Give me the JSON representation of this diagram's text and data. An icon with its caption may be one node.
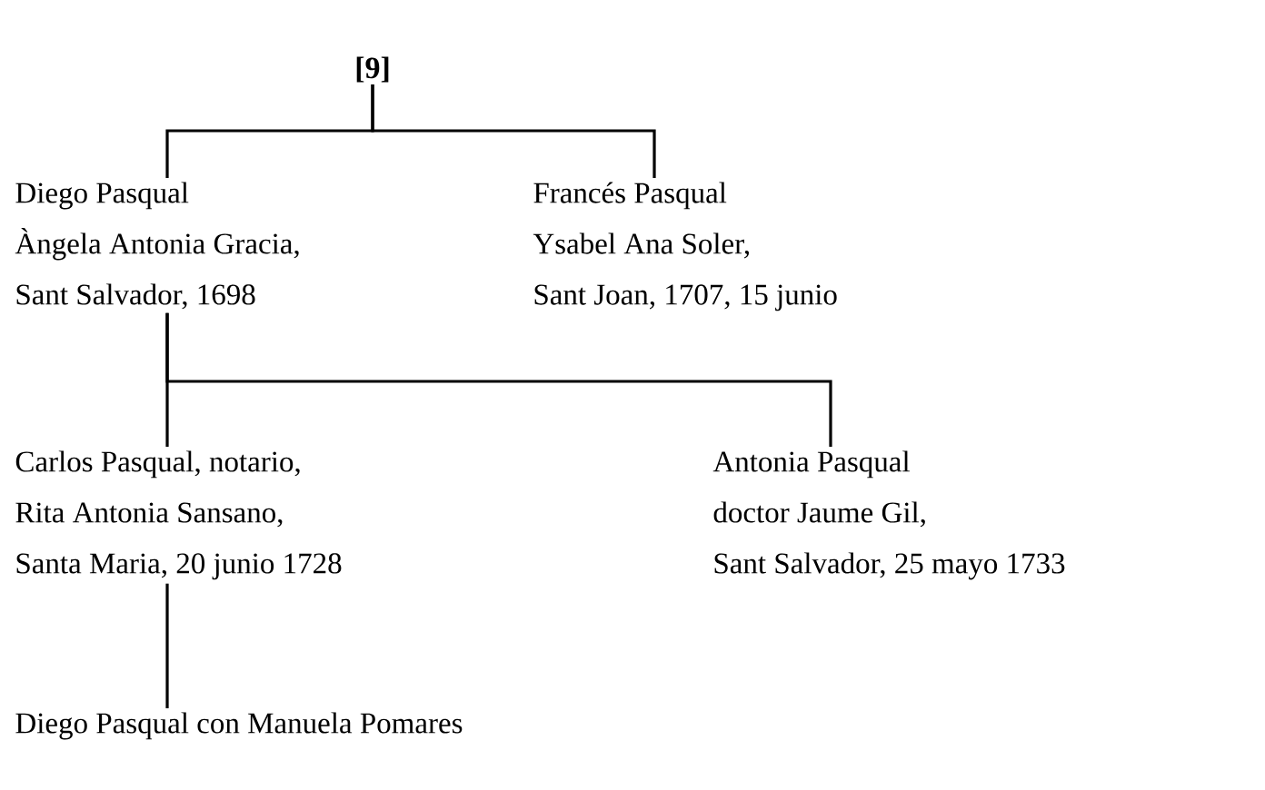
{
  "diagram": {
    "nodes": [
      {
        "text": [
          "[9]"
        ]
      },
      {
        "text": [
          "Diego Pasqual",
          "Àngela Antonia Gracia,",
          "Sant Salvador, 1698"
        ]
      },
      {
        "text": [
          "Francés Pasqual",
          "Ysabel Ana Soler,",
          "Sant Joan, 1707, 15 junio"
        ]
      },
      {
        "text": [
          "Carlos Pasqual, notario,",
          "Rita Antonia Sansano,",
          "Santa Maria, 20 junio 1728"
        ]
      },
      {
        "text": [
          "Antonia Pasqual",
          "doctor Jaume Gil,",
          "Sant Salvador, 25 mayo 1733"
        ]
      },
      {
        "text": [
          "Diego Pasqual con Manuela Pomares"
        ]
      }
    ],
    "edges": [
      {
        "from": 0,
        "to": 1,
        "arrow": "none"
      },
      {
        "from": 0,
        "to": 2,
        "arrow": "none"
      },
      {
        "from": 1,
        "to": 3,
        "arrow": "none"
      },
      {
        "from": 1,
        "to": 4,
        "arrow": "none"
      },
      {
        "from": 3,
        "to": 5,
        "arrow": "none"
      }
    ]
  }
}
